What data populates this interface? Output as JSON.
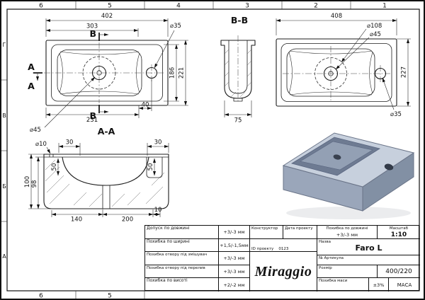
{
  "frame": {
    "top_labels": [
      "6",
      "5",
      "4",
      "3",
      "2",
      "1"
    ],
    "bottom_labels": [
      "6",
      "5"
    ],
    "left_labels": [
      "Г",
      "В",
      "Б",
      "А"
    ]
  },
  "views": {
    "top_left": {
      "dim_overall_width": "402",
      "dim_partial_width": "303",
      "dim_inner_depth": "186",
      "dim_overall_depth": "221",
      "dim_drain_offset": "231",
      "dim_faucet_offset": "40",
      "drain_diameter": "⌀45",
      "faucet_diameter": "⌀35",
      "section_b": "B",
      "section_a": "A"
    },
    "section_bb": {
      "title": "B-B",
      "dim_width": "75"
    },
    "top_right": {
      "dim_overall_width": "408",
      "dim_overall_depth": "227",
      "overflow_diameter": "⌀108",
      "drain_diameter": "⌀45",
      "faucet_diameter": "⌀35"
    },
    "section_aa": {
      "title": "A-A",
      "hole_diameter": "⌀10",
      "dim_left_offset": "30",
      "dim_right_offset": "30",
      "dim_height_outer": "100",
      "dim_height_inner": "98",
      "dim_depth_left": "50",
      "dim_depth_right": "50",
      "dim_bottom_left": "140",
      "dim_bottom_mid": "200",
      "dim_bottom_right": "10"
    }
  },
  "title_block": {
    "tolerances": [
      {
        "label": "Допуск по довжині",
        "value": "+3/-3 мм"
      },
      {
        "label": "Похибка по ширині",
        "value": "+1,5/-1,5мм"
      },
      {
        "label": "Похибка отвору під змішувач",
        "value": "+3/-3 мм"
      },
      {
        "label": "Похибка отвору під перелив",
        "value": "+3/-3 мм"
      },
      {
        "label": "Похибка по висоті",
        "value": "+2/-2 мм"
      }
    ],
    "constructor_label": "Конструктор",
    "date_label": "Дата проекту",
    "project_id_label": "ID проекту",
    "project_id_value": "0123",
    "brand": "Miraggio",
    "length_tolerance_label": "Похибка по довжині",
    "length_tolerance_value": "+3/-3 мм",
    "scale_label": "Масштаб",
    "scale_value": "1:10",
    "name_label": "Назва",
    "name_value": "Faro L",
    "article_label": "№ Артикула",
    "size_label": "Розмір",
    "size_value": "400/220",
    "mass_tolerance_label": "Похибка маси",
    "mass_tolerance_value": "±3%",
    "mass_label": "МАСА"
  }
}
